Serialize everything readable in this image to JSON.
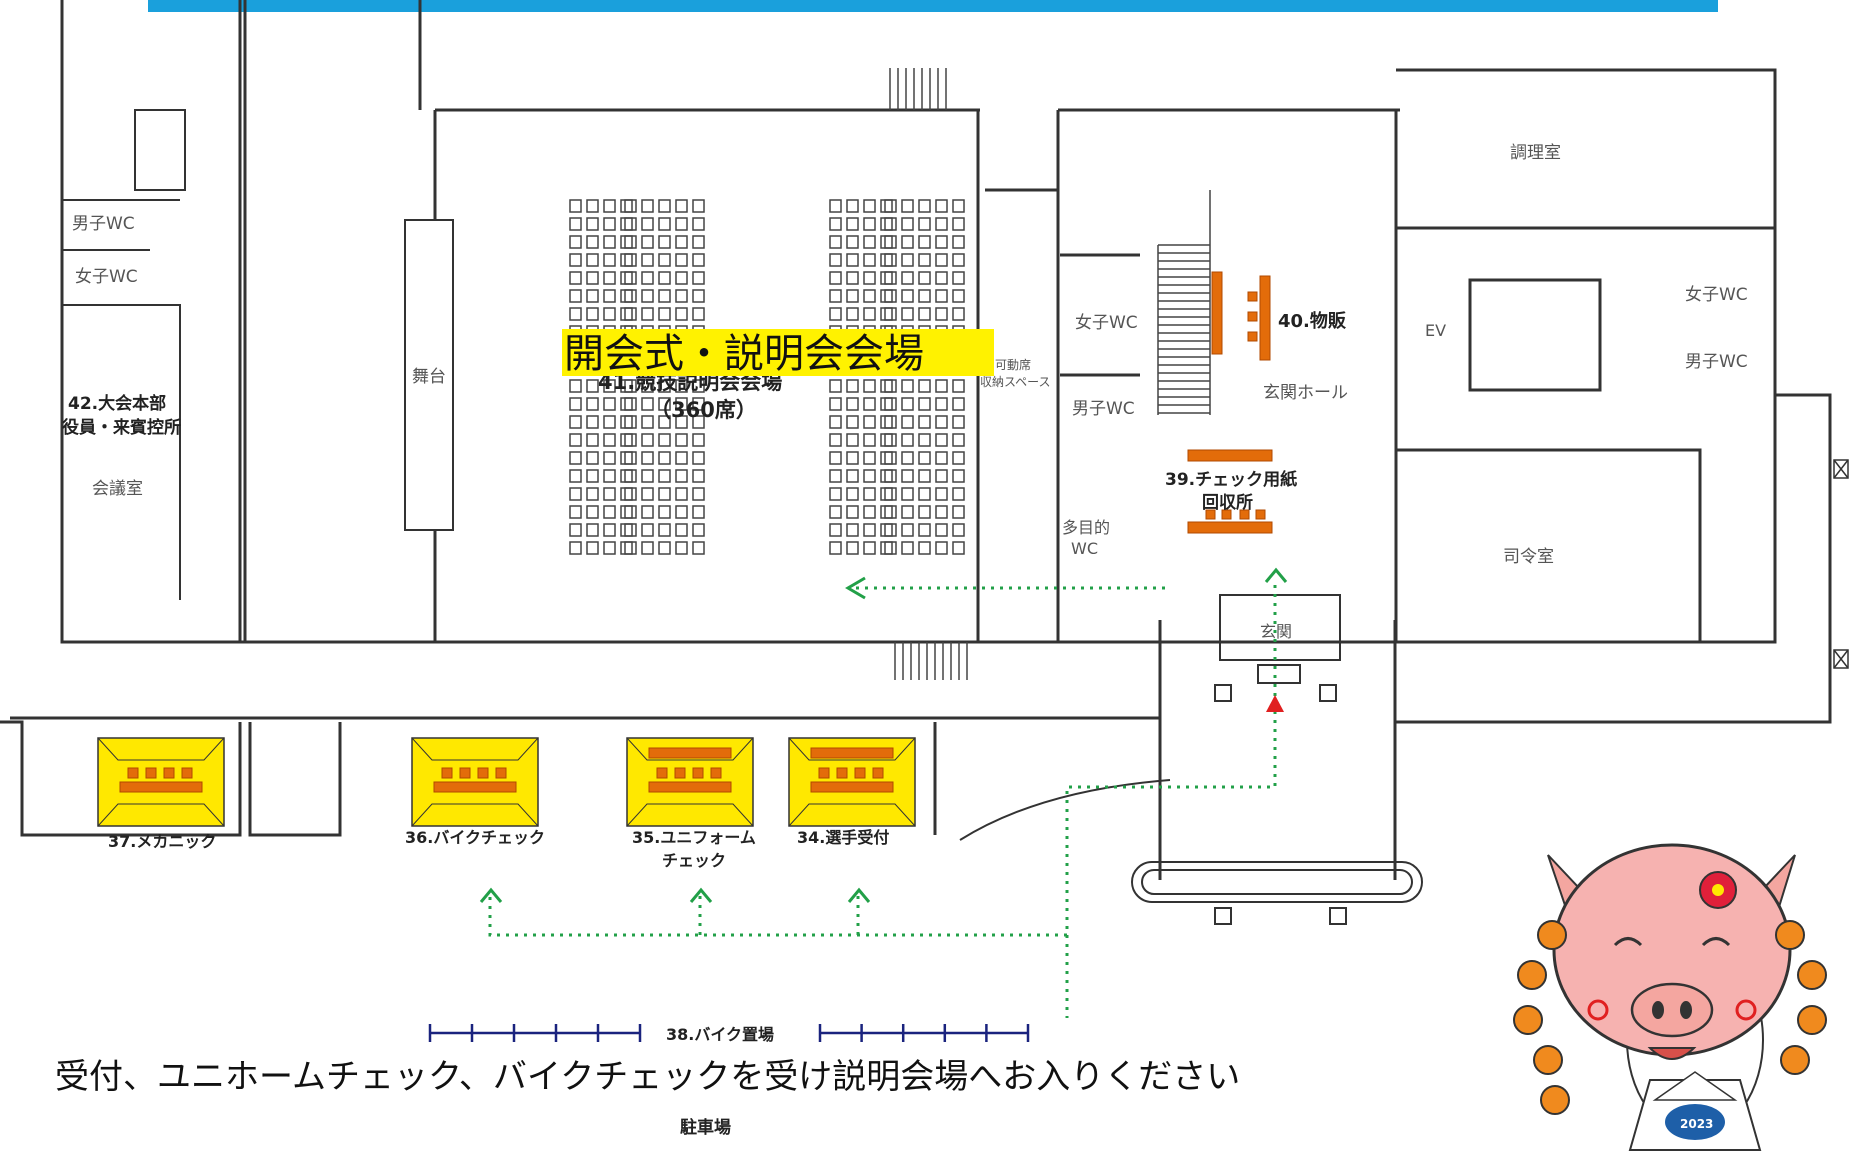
{
  "colors": {
    "banner": "#1aa0dc",
    "wall": "#333333",
    "booth_fill": "#ffe800",
    "table_fill": "#e36c0a",
    "route": "#22a048",
    "entrance_marker": "#e02020",
    "highlight": "#fff200",
    "bike_rack": "#1a237e"
  },
  "rooms": {
    "mens_wc_1": "男子WC",
    "womens_wc_1": "女子WC",
    "hq_line1": "42.大会本部",
    "hq_line2": "役員・来賓控所",
    "meeting_room": "会議室",
    "stage": "舞台",
    "hall_line1": "41.競技説明会会場",
    "hall_line2": "（360席）",
    "hall_highlight": "開会式・説明会会場",
    "movable_line1": "可動席",
    "movable_line2": "収納スペース",
    "womens_wc_2": "女子WC",
    "mens_wc_2": "男子WC",
    "multi_wc_line1": "多目的",
    "multi_wc_line2": "WC",
    "merch": "40.物販",
    "lobby": "玄関ホール",
    "check_paper_line1": "39.チェック用紙",
    "check_paper_line2": "回収所",
    "entrance": "玄関",
    "kitchen": "調理室",
    "ev": "EV",
    "womens_wc_3": "女子WC",
    "mens_wc_3": "男子WC",
    "command_room": "司令室"
  },
  "booths": {
    "mechanic": "37.メカニック",
    "bike_check": "36.バイクチェック",
    "uniform_line1": "35.ユニフォーム",
    "uniform_line2": "チェック",
    "athlete_reception": "34.選手受付"
  },
  "bike_parking": "38.バイク置場",
  "instruction": "受付、ユニホームチェック、バイクチェックを受け説明会場へお入りください",
  "parking_lot": "駐車場",
  "mascot": {
    "badge": "2023",
    "icon": "boar-mascot-icon"
  }
}
